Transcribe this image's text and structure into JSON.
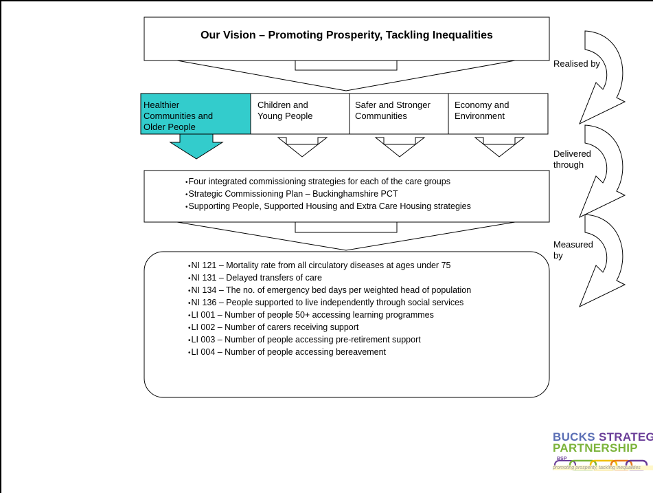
{
  "vision": "Our Vision – Promoting Prosperity, Tackling Inequalities",
  "side_labels": [
    "Realised by",
    "Delivered\nthrough",
    "Measured\nby"
  ],
  "themes": [
    {
      "label": "Healthier\nCommunities and\nOlder People",
      "highlighted": true
    },
    {
      "label": "Children and\nYoung People",
      "highlighted": false
    },
    {
      "label": "Safer and Stronger\nCommunities",
      "highlighted": false
    },
    {
      "label": "Economy and\nEnvironment",
      "highlighted": false
    }
  ],
  "strategies": [
    "Four integrated commissioning strategies for each of the care groups",
    "Strategic Commissioning Plan – Buckinghamshire PCT",
    "Supporting People, Supported Housing and Extra Care Housing strategies"
  ],
  "indicators": [
    "NI 121 – Mortality rate from all circulatory diseases at ages under 75",
    "NI 131 – Delayed transfers of care",
    "NI 134 – The no. of emergency bed days per weighted head of population",
    "NI 136 – People supported to live independently through social services",
    "LI 001 – Number of people 50+ accessing learning programmes",
    "LI 002 – Number of carers receiving support",
    "LI 003 – Number of people accessing pre-retirement support",
    "LI 004 – Number of people accessing bereavement"
  ],
  "logo": {
    "line1_part1": "BUCKS ",
    "line1_part2": "STRATEGIC",
    "line2": "PARTNERSHIP",
    "chain_label": "BSP",
    "tagline": "promoting prosperity, tackling inequalities"
  },
  "colors": {
    "highlight": "#33cccc",
    "logo_blue": "#5b6fb5",
    "logo_green": "#7bb33a",
    "logo_purple": "#6a3d98",
    "chain_yellow": "#f0c000",
    "chain_orange": "#e87d1e",
    "chain_red": "#d8262c"
  }
}
